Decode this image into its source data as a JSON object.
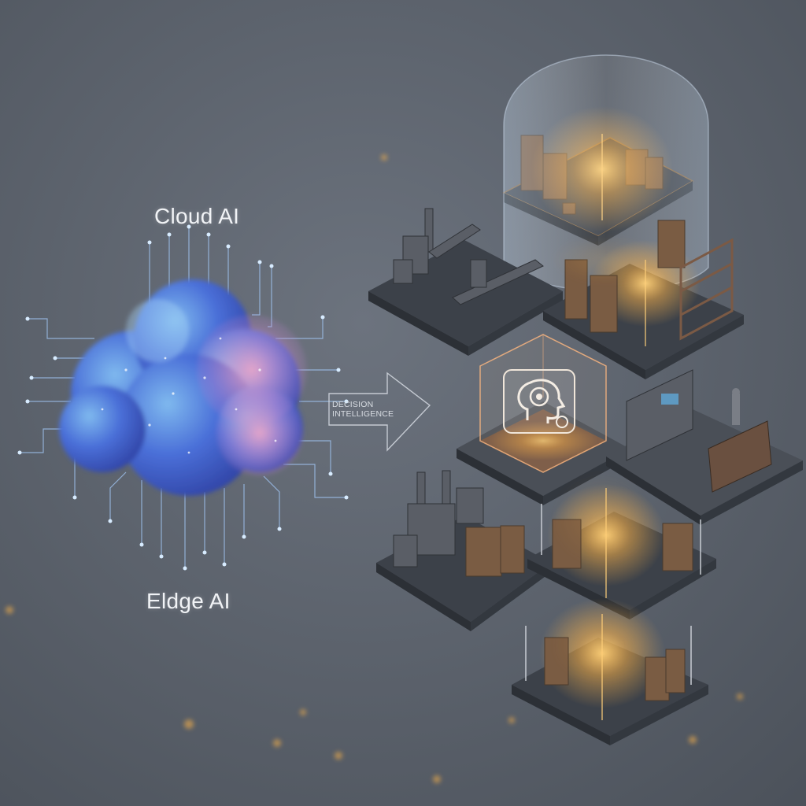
{
  "labels": {
    "cloud": "Cloud AI",
    "edge": "Eldge AI"
  },
  "arrow": {
    "line1": "DECISION",
    "line2": "INTELLIGENCE"
  },
  "colors": {
    "background": "#5e6570",
    "cloud_blue": "#4a6fd8",
    "cloud_pink": "#d58fc4",
    "glow_amber": "#ffb54a",
    "platform": "#3c4149"
  },
  "icons": [
    "cloud-icon",
    "brain-gear-icon",
    "arrow-icon",
    "glass-dome-icon"
  ]
}
